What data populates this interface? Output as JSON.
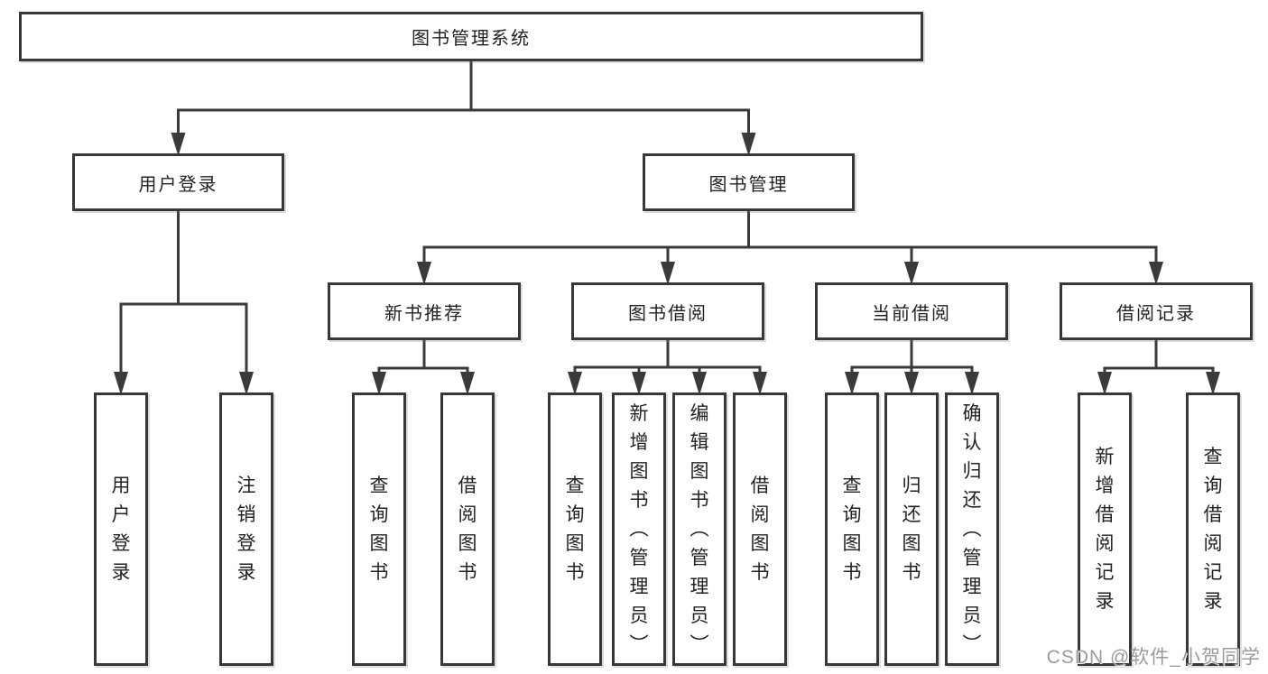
{
  "diagram": {
    "root": {
      "id": "root",
      "label": "图书管理系统",
      "children": [
        {
          "id": "login",
          "label": "用户登录",
          "children": [
            {
              "id": "login-user",
              "label": "用户登录"
            },
            {
              "id": "login-logout",
              "label": "注销登录"
            }
          ]
        },
        {
          "id": "mgmt",
          "label": "图书管理",
          "children": [
            {
              "id": "newbook",
              "label": "新书推荐",
              "children": [
                {
                  "id": "newbook-query",
                  "label": "查询图书"
                },
                {
                  "id": "newbook-borrow",
                  "label": "借阅图书"
                }
              ]
            },
            {
              "id": "borrow",
              "label": "图书借阅",
              "children": [
                {
                  "id": "borrow-query",
                  "label": "查询图书"
                },
                {
                  "id": "borrow-add",
                  "label": "新增图书（管理员）"
                },
                {
                  "id": "borrow-edit",
                  "label": "编辑图书（管理员）"
                },
                {
                  "id": "borrow-lend",
                  "label": "借阅图书"
                }
              ]
            },
            {
              "id": "current",
              "label": "当前借阅",
              "children": [
                {
                  "id": "current-query",
                  "label": "查询图书"
                },
                {
                  "id": "current-return",
                  "label": "归还图书"
                },
                {
                  "id": "current-confirm",
                  "label": "确认归还（管理员）"
                }
              ]
            },
            {
              "id": "records",
              "label": "借阅记录",
              "children": [
                {
                  "id": "records-add",
                  "label": "新增借阅记录"
                },
                {
                  "id": "records-query",
                  "label": "查询借阅记录"
                }
              ]
            }
          ]
        }
      ]
    },
    "watermark": "CSDN @软件_小贺同学"
  },
  "colors": {
    "line": "#3a3a3a",
    "box_border": "#383838",
    "text": "#222222",
    "watermark": "#9b9b9b",
    "background": "#ffffff"
  }
}
